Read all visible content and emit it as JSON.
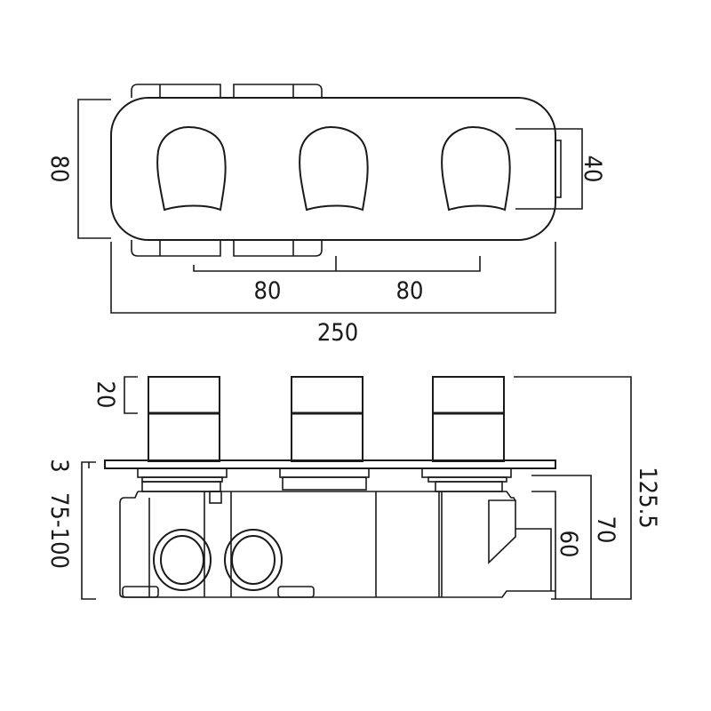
{
  "top_view": {
    "height_label": "80",
    "handle_height_label": "40",
    "spacing_left_label": "80",
    "spacing_right_label": "80",
    "width_label": "250"
  },
  "side_view": {
    "handle_length_label": "20",
    "total_depth_label": "125.5",
    "body_depth_label": "70",
    "outlet_depth_label": "60",
    "plate_label": "3",
    "wall_depth_label": "75-100"
  },
  "colors": {
    "line": "#1a1a1a",
    "background": "#ffffff"
  }
}
